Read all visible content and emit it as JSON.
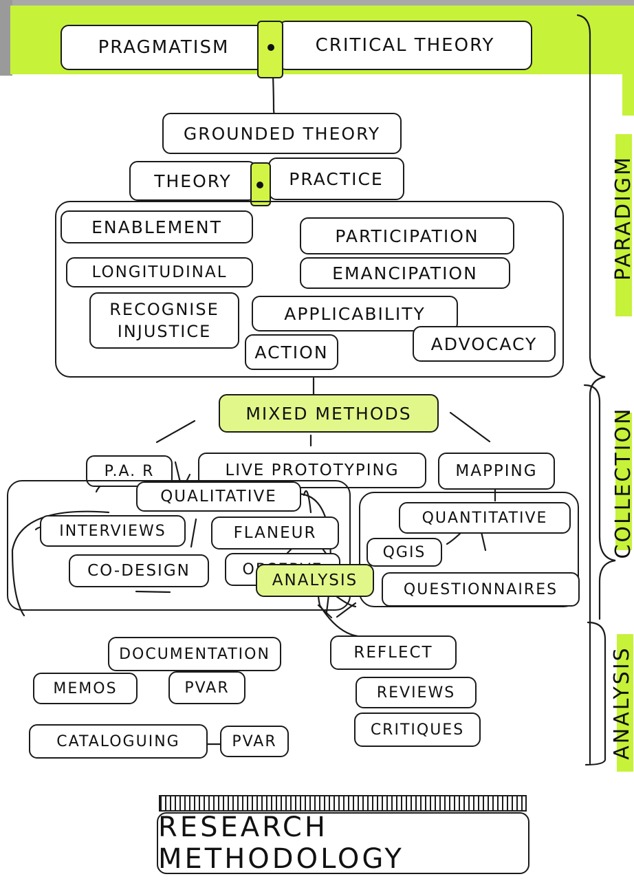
{
  "paradigm": {
    "pragmatism": "PRAGMATISM",
    "critical_theory": "CRITICAL THEORY",
    "grounded_theory": "GROUNDED THEORY",
    "theory": "THEORY",
    "practice": "PRACTICE",
    "values": {
      "enablement": "ENABLEMENT",
      "participation": "PARTICIPATION",
      "longitudinal": "LONGITUDINAL",
      "emancipation": "EMANCIPATION",
      "recognise_injustice": "RECOGNISE INJUSTICE",
      "applicability": "APPLICABILITY",
      "advocacy": "ADVOCACY",
      "action": "ACTION"
    }
  },
  "collection": {
    "mixed_methods": "MIXED METHODS",
    "par": "P.A. R",
    "live_prototyping": "LIVE PROTOTYPING",
    "mapping": "MAPPING",
    "qualitative": "QUALITATIVE",
    "interviews": "INTERVIEWS",
    "flaneur": "FLANEUR",
    "co_design": "CO-DESIGN",
    "observe": "OBSERVE",
    "quantitative": "QUANTITATIVE",
    "qgis": "QGIS",
    "questionnaires": "QUESTIONNAIRES"
  },
  "analysis": {
    "analysis": "ANALYSIS",
    "documentation": "DOCUMENTATION",
    "reflect": "REFLECT",
    "memos": "MEMOS",
    "pvar_1": "PVAR",
    "reviews": "REVIEWS",
    "critiques": "CRITIQUES",
    "cataloguing": "CATALOGUING",
    "pvar_2": "PVAR"
  },
  "side_labels": {
    "paradigm": "PARADIGM",
    "collection": "COLLECTION",
    "analysis": "ANALYSIS"
  },
  "title": "RESEARCH METHODOLOGY",
  "colors": {
    "highlight": "#c6f23a",
    "ink": "#1a1a1a"
  }
}
